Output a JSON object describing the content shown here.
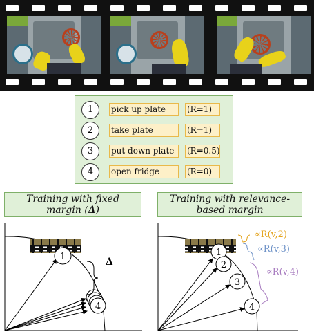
{
  "actions": [
    {
      "num": "1",
      "label": "pick up plate",
      "relevance": "(R=1)"
    },
    {
      "num": "2",
      "label": "take plate",
      "relevance": "(R=1)"
    },
    {
      "num": "3",
      "label": "put down plate",
      "relevance": "(R=0.5)"
    },
    {
      "num": "4",
      "label": "open fridge",
      "relevance": "(R=0)"
    }
  ],
  "left_panel": {
    "title_line1": "Training with fixed",
    "title_line2_pre": "margin (",
    "title_line2_sym": "Δ",
    "title_line2_post": ")",
    "margin_symbol": "Δ",
    "node_top": "1",
    "node_bottom": "4"
  },
  "right_panel": {
    "title_line1": "Training with relevance-",
    "title_line2": "based margin",
    "nodes": [
      "1",
      "2",
      "3",
      "4"
    ],
    "margins": [
      "∝R(v,2)",
      "∝R(v,3)",
      "∝R(v,4)"
    ]
  },
  "colors": {
    "panel_fill": "#e0f0d8",
    "panel_border": "#7fb069",
    "label_fill": "#fdf0c8",
    "label_border": "#e9b94a",
    "margin_2": "#e3a21a",
    "margin_3": "#6f93c8",
    "margin_4": "#a77bbf"
  }
}
